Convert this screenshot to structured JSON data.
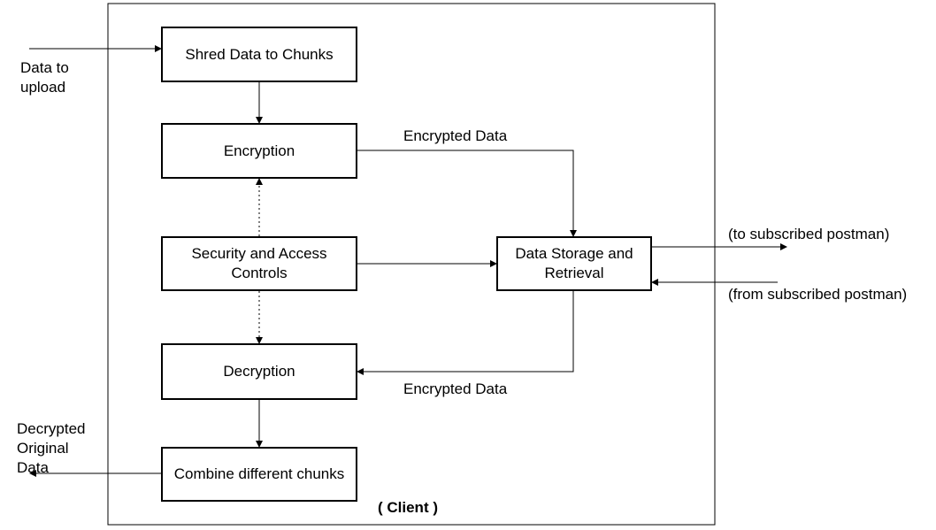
{
  "nodes": {
    "shred": "Shred Data to Chunks",
    "encryption": "Encryption",
    "security": "Security and Access Controls",
    "decryption": "Decryption",
    "combine": "Combine different chunks",
    "storage": "Data Storage and Retrieval"
  },
  "edge_labels": {
    "encrypted_top": "Encrypted Data",
    "encrypted_bottom": "Encrypted Data",
    "to_postman": "(to subscribed postman)",
    "from_postman": "(from subscribed postman)"
  },
  "external": {
    "input": "Data to\nupload",
    "output": "Decrypted\nOriginal\nData"
  },
  "container": {
    "label": "( Client )"
  }
}
